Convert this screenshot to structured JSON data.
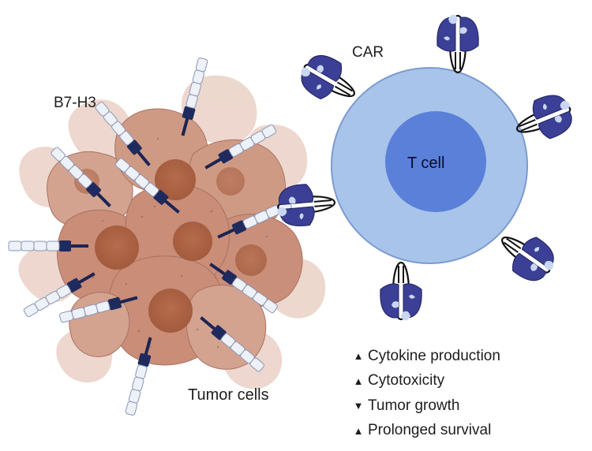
{
  "labels": {
    "antigen": "B7-H3",
    "receptor": "CAR",
    "effector_cell": "T cell",
    "target_cells": "Tumor cells"
  },
  "effects": [
    {
      "direction": "up",
      "text": "Cytokine production"
    },
    {
      "direction": "up",
      "text": "Cytotoxicity"
    },
    {
      "direction": "down",
      "text": "Tumor growth"
    },
    {
      "direction": "up",
      "text": "Prolonged survival"
    }
  ],
  "colors": {
    "tcell_outer": "#a8c4ea",
    "tcell_inner": "#5a80d9",
    "car_protein": "#3b3f95",
    "car_highlight": "#c9d6f2",
    "tumor_cell": "#c98d78",
    "tumor_nucleus": "#ae6444",
    "tumor_halo": "#ead1c6",
    "antigen_bead": "#edf1f8",
    "antigen_link": "#1b2553"
  }
}
